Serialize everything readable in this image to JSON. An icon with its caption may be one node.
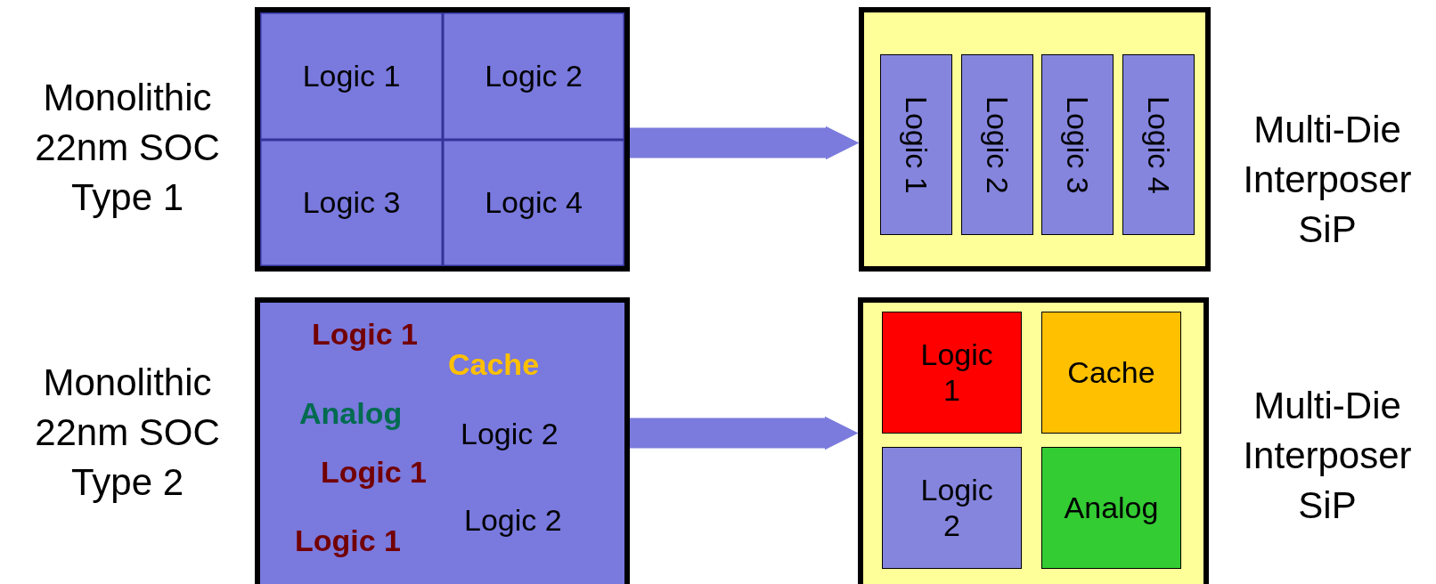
{
  "diagram": {
    "nodes": [
      {
        "text": [],
        "shape": "box",
        "beside": [
          "Monolithic 22nm SOC Type 1"
        ]
      },
      {
        "text": [
          "Logic 1"
        ],
        "in": 0
      },
      {
        "text": [
          "Logic 2"
        ],
        "in": 0
      },
      {
        "text": [
          "Logic 3"
        ],
        "in": 0
      },
      {
        "text": [
          "Logic 4"
        ],
        "in": 0
      },
      {
        "text": [],
        "shape": "box",
        "beside": [
          "Multi-Die Interposer SiP"
        ]
      },
      {
        "text": [
          "Logic 1"
        ],
        "in": 5
      },
      {
        "text": [
          "Logic 2"
        ],
        "in": 5
      },
      {
        "text": [
          "Logic 3"
        ],
        "in": 5
      },
      {
        "text": [
          "Logic 4"
        ],
        "in": 5
      },
      {
        "text": [],
        "shape": "box",
        "beside": [
          "Monolithic 22nm SOC Type 2"
        ]
      },
      {
        "text": [],
        "shape": "box",
        "beside": [
          "Multi-Die Interposer SiP"
        ]
      },
      {
        "text": [
          "Logic 1"
        ],
        "in": 11
      },
      {
        "text": [
          "Cache"
        ],
        "in": 11
      },
      {
        "text": [
          "Logic 2"
        ],
        "in": 11
      },
      {
        "text": [
          "Analog"
        ],
        "in": 11
      }
    ],
    "edges": [
      {
        "from": 0,
        "to": 5,
        "arrow": "to"
      },
      {
        "from": 10,
        "to": 11,
        "arrow": "to"
      }
    ],
    "labels": [
      "Logic 1",
      "Cache",
      "Analog",
      "Logic 2",
      "Logic 1",
      "Logic 2",
      "Logic 1"
    ]
  }
}
